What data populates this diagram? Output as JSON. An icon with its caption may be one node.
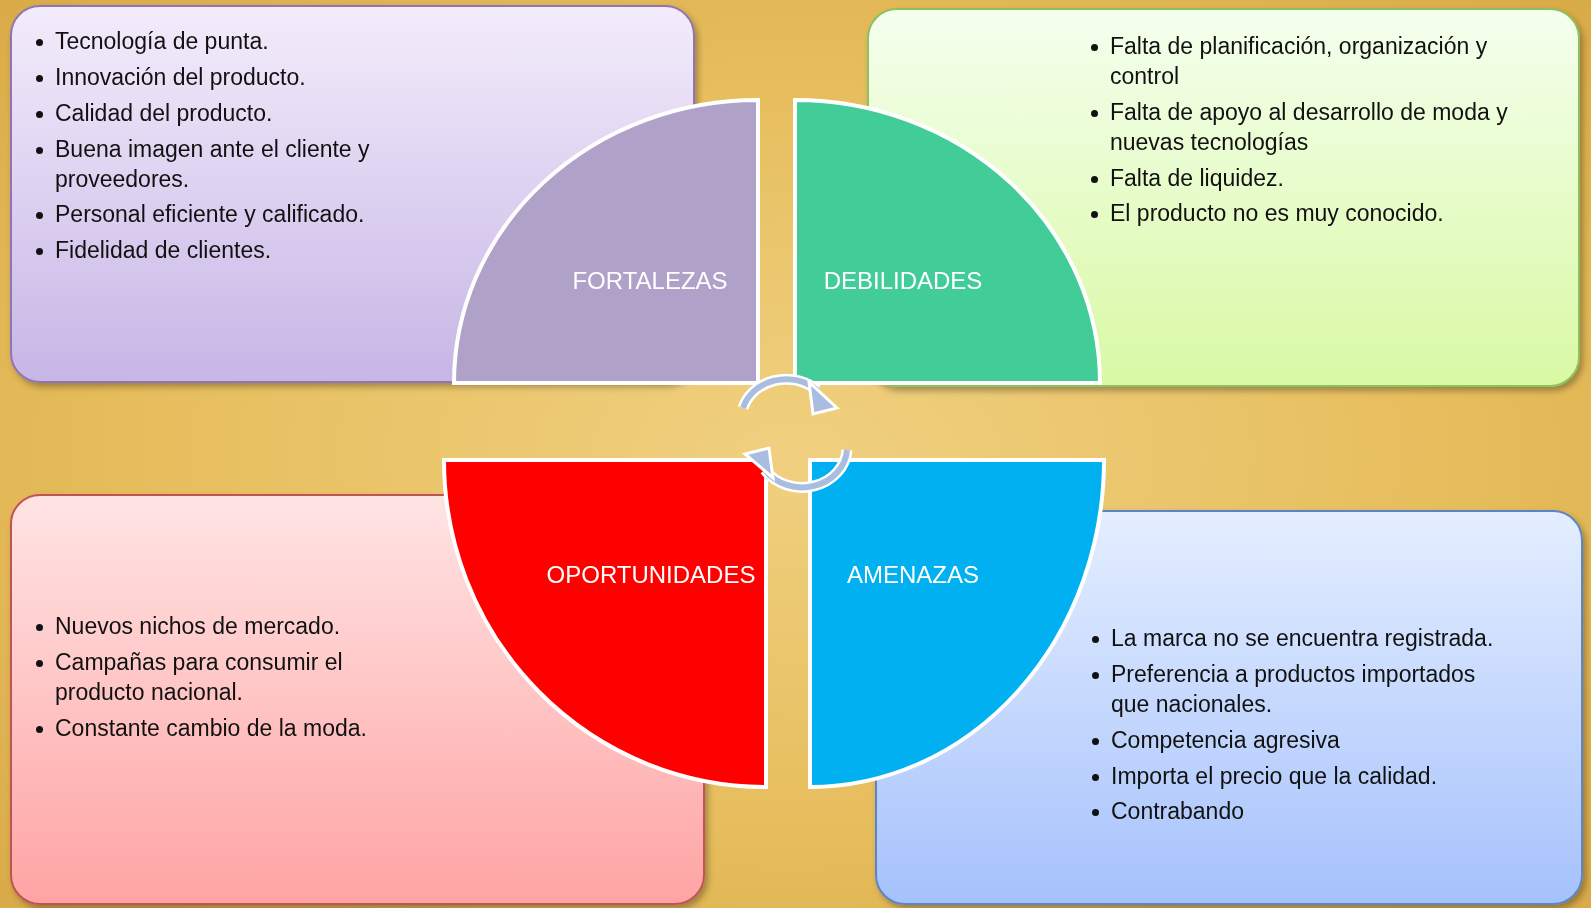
{
  "diagram": {
    "nodes": [
      {
        "text": [
          "Tecnología de punta.",
          "Innovación del producto.",
          "Calidad del producto.",
          "Buena imagen ante el cliente y proveedores.",
          "Personal eficiente y calificado.",
          "Fidelidad de clientes."
        ]
      },
      {
        "text": [
          "FORTALEZAS"
        ]
      },
      {
        "text": [
          "DEBILIDADES"
        ]
      },
      {
        "text": [
          "Falta de planificación, organización y control",
          "Falta de apoyo al desarrollo de moda y nuevas tecnologías",
          "Falta de liquidez.",
          "El producto no es muy conocido."
        ]
      },
      {
        "text": [
          "Nuevos nichos de mercado.",
          "Campañas para consumir el producto nacional.",
          "Constante cambio de la moda."
        ]
      },
      {
        "text": [
          "OPORTUNIDADES"
        ]
      },
      {
        "text": [
          "AMENAZAS"
        ]
      },
      {
        "text": [
          "La marca no se encuentra registrada.",
          "Preferencia a productos importados que nacionales.",
          "Competencia agresiva",
          "Importa el precio que la calidad.",
          "Contrabando"
        ]
      }
    ]
  }
}
